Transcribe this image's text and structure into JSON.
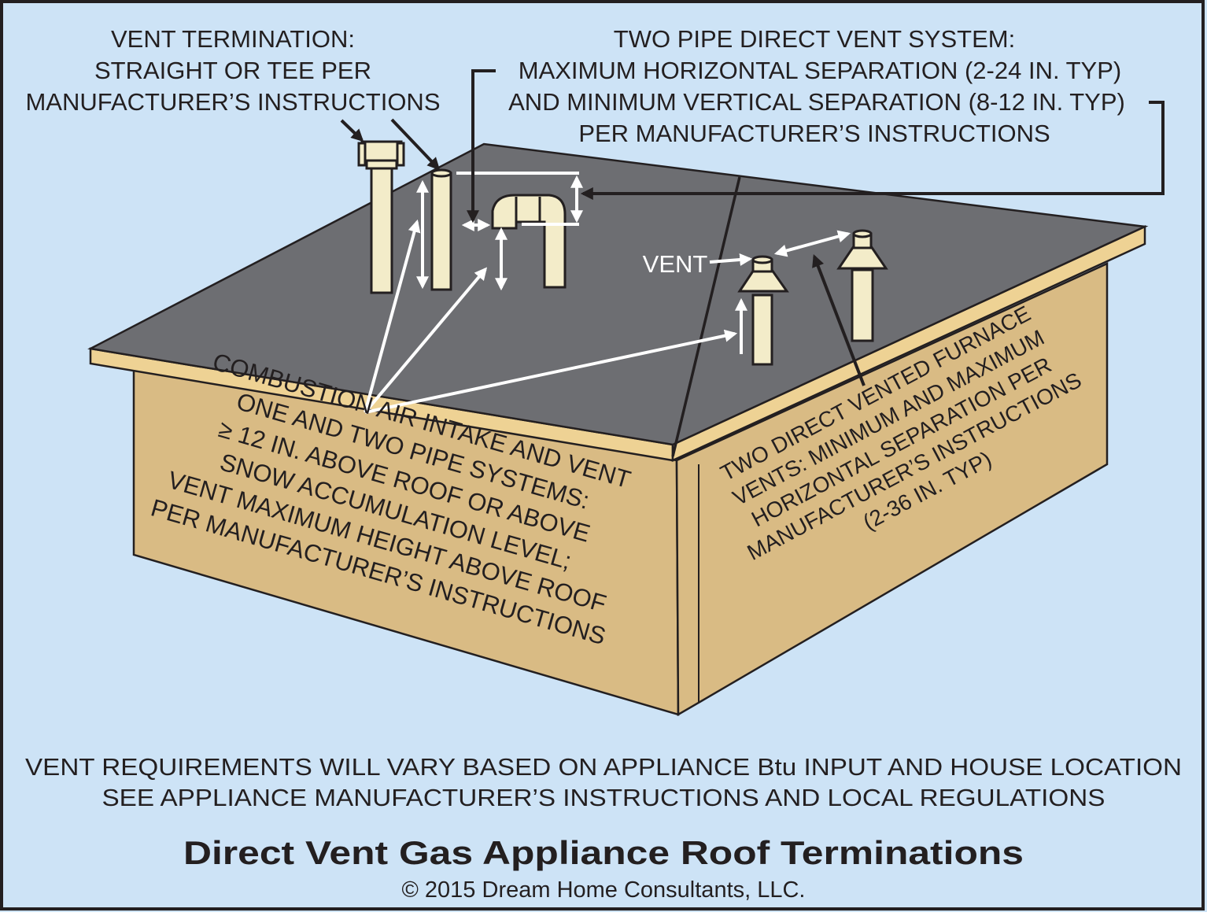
{
  "colors": {
    "background": "#cde3f6",
    "roof": "#6d6e72",
    "eave": "#eed294",
    "wall": "#d9bb84",
    "pipe": "#f3ecc9",
    "outline": "#231f20",
    "dimension_arrows": "#ffffff"
  },
  "labels": {
    "vent_termination": [
      "VENT TERMINATION:",
      "STRAIGHT OR TEE PER",
      "MANUFACTURER’S INSTRUCTIONS"
    ],
    "two_pipe_system": [
      "TWO PIPE DIRECT VENT SYSTEM:",
      "MAXIMUM HORIZONTAL SEPARATION (2-24 IN. TYP)",
      "AND MINIMUM VERTICAL SEPARATION (8-12 IN. TYP)",
      "PER MANUFACTURER’S INSTRUCTIONS"
    ],
    "vent": "VENT",
    "combustion_air": [
      "COMBUSTION AIR INTAKE AND VENT",
      "ONE AND TWO PIPE SYSTEMS:",
      "≥ 12 IN. ABOVE ROOF OR ABOVE",
      "SNOW ACCUMULATION LEVEL;",
      "VENT MAXIMUM HEIGHT ABOVE ROOF",
      "PER MANUFACTURER’S INSTRUCTIONS"
    ],
    "two_furnace_vents": [
      "TWO DIRECT VENTED FURNACE",
      "VENTS: MINIMUM AND MAXIMUM",
      "HORIZONTAL SEPARATION PER",
      "MANUFACTURER’S INSTRUCTIONS",
      "(2-36 IN. TYP)"
    ]
  },
  "footer": {
    "notes": [
      "VENT REQUIREMENTS WILL VARY BASED ON APPLIANCE Btu INPUT AND HOUSE LOCATION",
      "SEE APPLIANCE MANUFACTURER’S INSTRUCTIONS AND LOCAL REGULATIONS"
    ],
    "title": "Direct Vent Gas Appliance Roof Terminations",
    "copyright": "© 2015 Dream Home Consultants, LLC."
  }
}
